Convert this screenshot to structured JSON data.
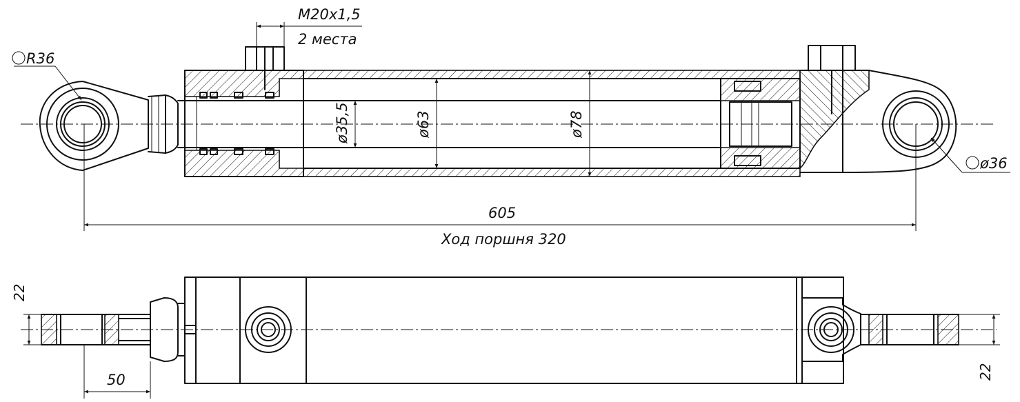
{
  "dimensions": {
    "thread": "M20x1,5",
    "thread_qty": "2 места",
    "eye_radius": "R36",
    "pin_diameter": "ø36",
    "rod_diameter": "ø35,5",
    "bore_diameter": "ø63",
    "tube_outer_diameter": "ø78",
    "overall_length": "605",
    "stroke": "Ход поршня 320",
    "eye_width_left": "22",
    "eye_width_right": "22",
    "eye_offset": "50"
  },
  "colors": {
    "line": "#111111",
    "background": "#ffffff"
  }
}
